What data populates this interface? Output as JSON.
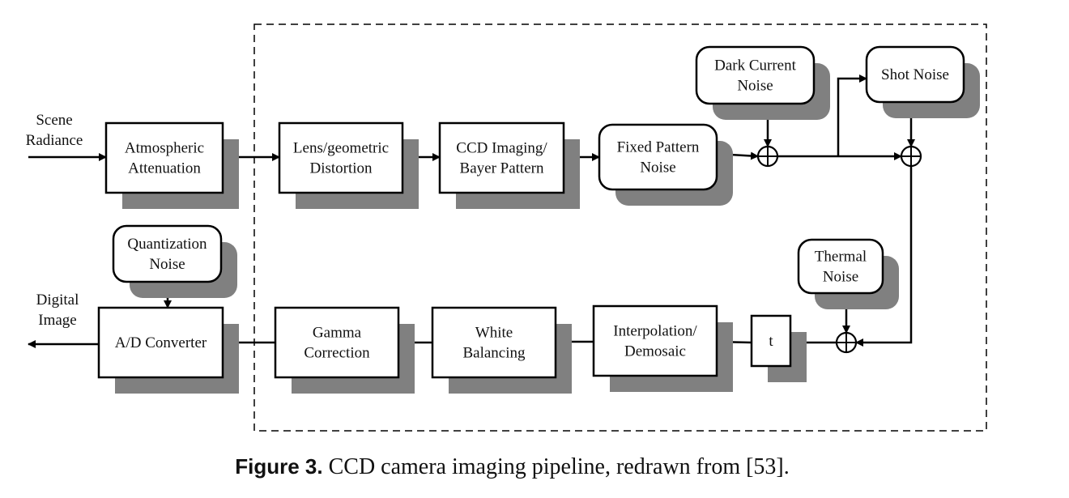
{
  "figure": {
    "caption_label": "Figure 3.",
    "caption_text": " CCD camera imaging pipeline, redrawn from [53]."
  },
  "colors": {
    "shadow": "#808080",
    "stroke": "#000000",
    "fill": "#ffffff"
  },
  "io_labels": {
    "input": [
      "Scene",
      "Radiance"
    ],
    "output": [
      "Digital",
      "Image"
    ]
  },
  "blocks": [
    {
      "id": "atmospheric",
      "shape": "rect",
      "lines": [
        "Atmospheric",
        "Attenuation"
      ]
    },
    {
      "id": "lens",
      "shape": "rect",
      "lines": [
        "Lens/geometric",
        "Distortion"
      ]
    },
    {
      "id": "ccd",
      "shape": "rect",
      "lines": [
        "CCD Imaging/",
        "Bayer Pattern"
      ]
    },
    {
      "id": "fixed-pattern",
      "shape": "rounded",
      "lines": [
        "Fixed Pattern",
        "Noise"
      ]
    },
    {
      "id": "dark-current",
      "shape": "rounded",
      "lines": [
        "Dark Current",
        "Noise"
      ]
    },
    {
      "id": "shot-noise",
      "shape": "rounded",
      "lines": [
        "Shot Noise"
      ]
    },
    {
      "id": "thermal",
      "shape": "rounded",
      "lines": [
        "Thermal",
        "Noise"
      ]
    },
    {
      "id": "t",
      "shape": "rect",
      "lines": [
        "t"
      ]
    },
    {
      "id": "interpolation",
      "shape": "rect",
      "lines": [
        "Interpolation/",
        "Demosaic"
      ]
    },
    {
      "id": "white-balancing",
      "shape": "rect",
      "lines": [
        "White",
        "Balancing"
      ]
    },
    {
      "id": "gamma",
      "shape": "rect",
      "lines": [
        "Gamma",
        "Correction"
      ]
    },
    {
      "id": "ad-converter",
      "shape": "rect",
      "lines": [
        "A/D Converter"
      ]
    },
    {
      "id": "quantization",
      "shape": "rounded",
      "lines": [
        "Quantization",
        "Noise"
      ]
    }
  ],
  "summing_junctions": [
    "sum-dark-current",
    "sum-shot-noise",
    "sum-thermal"
  ],
  "edges": [
    [
      "scene-radiance",
      "atmospheric"
    ],
    [
      "atmospheric",
      "lens"
    ],
    [
      "lens",
      "ccd"
    ],
    [
      "ccd",
      "fixed-pattern"
    ],
    [
      "fixed-pattern",
      "sum-dark-current"
    ],
    [
      "dark-current",
      "sum-dark-current"
    ],
    [
      "sum-dark-current",
      "shot-noise"
    ],
    [
      "sum-dark-current",
      "sum-shot-noise"
    ],
    [
      "shot-noise",
      "sum-shot-noise"
    ],
    [
      "sum-shot-noise",
      "sum-thermal"
    ],
    [
      "thermal",
      "sum-thermal"
    ],
    [
      "sum-thermal",
      "t"
    ],
    [
      "t",
      "interpolation"
    ],
    [
      "interpolation",
      "white-balancing"
    ],
    [
      "white-balancing",
      "gamma"
    ],
    [
      "gamma",
      "ad-converter"
    ],
    [
      "quantization",
      "ad-converter"
    ],
    [
      "ad-converter",
      "digital-image"
    ]
  ]
}
